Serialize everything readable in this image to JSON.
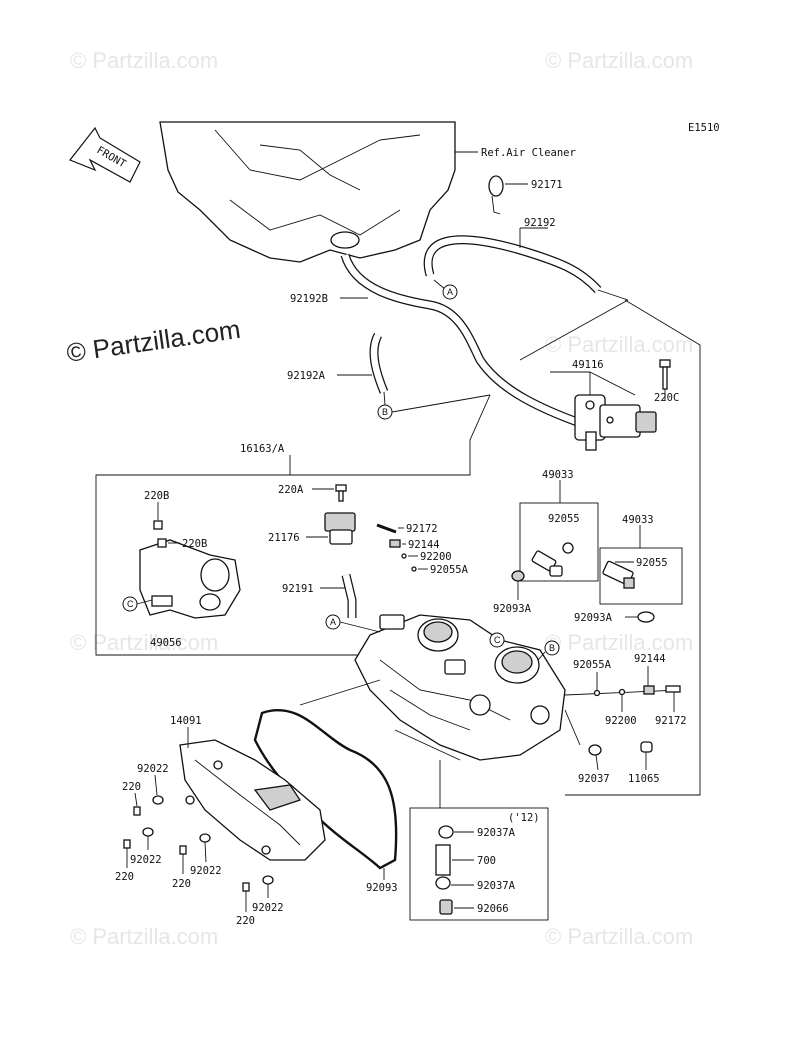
{
  "diagram_code": "E1510",
  "front_label": "FRONT",
  "watermark": "© Partzilla.com",
  "ref_note": "Ref.Air Cleaner",
  "model_year_note": "('12)",
  "callouts": {
    "A": "A",
    "B": "B",
    "C": "C"
  },
  "part_numbers": {
    "p92171": "92171",
    "p92192": "92192",
    "p92192B": "92192B",
    "p92192A": "92192A",
    "p49116": "49116",
    "p220C": "220C",
    "p16163A": "16163/A",
    "p220A": "220A",
    "p220B_1": "220B",
    "p220B_2": "220B",
    "p21176": "21176",
    "p92172_1": "92172",
    "p92144_1": "92144",
    "p92200_1": "92200",
    "p92055A_1": "92055A",
    "p92191": "92191",
    "p49056": "49056",
    "p49033_1": "49033",
    "p92055_1": "92055",
    "p92093A_1": "92093A",
    "p49033_2": "49033",
    "p92055_2": "92055",
    "p92093A_2": "92093A",
    "p92055A_2": "92055A",
    "p92144_2": "92144",
    "p92200_2": "92200",
    "p92172_2": "92172",
    "p92037_1": "92037",
    "p11065": "11065",
    "p14091": "14091",
    "p92022_1": "92022",
    "p220_1": "220",
    "p92022_2": "92022",
    "p220_2": "220",
    "p92022_3": "92022",
    "p220_3": "220",
    "p92022_4": "92022",
    "p220_4": "220",
    "p92093": "92093",
    "p92037A_1": "92037A",
    "p700": "700",
    "p92037A_2": "92037A",
    "p92066": "92066"
  }
}
